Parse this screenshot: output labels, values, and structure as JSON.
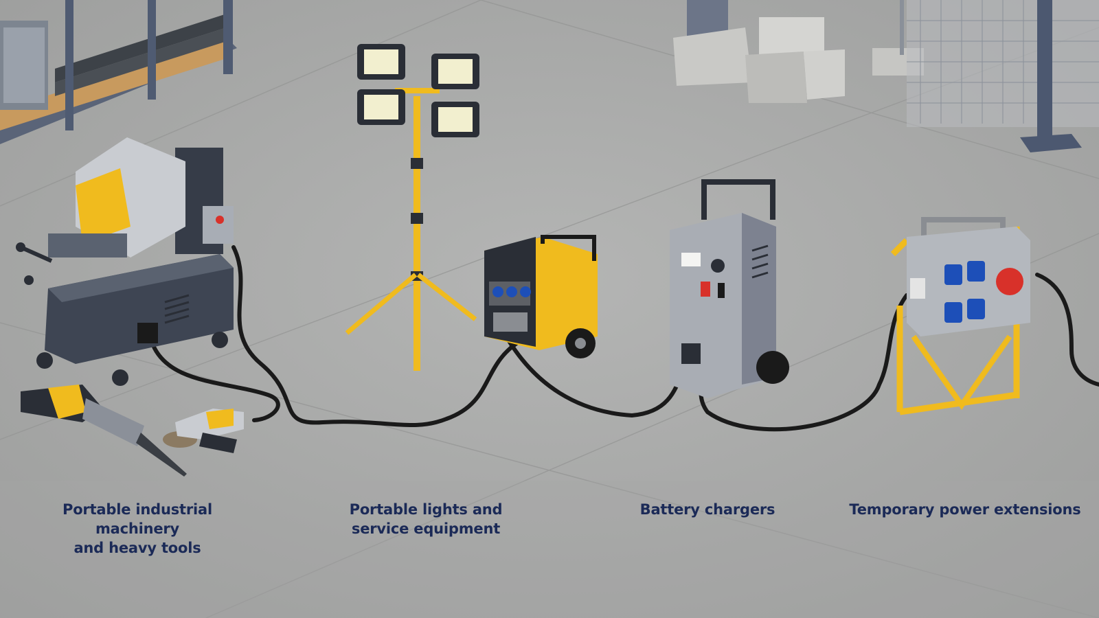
{
  "captions": [
    {
      "line1": "Portable industrial machinery",
      "line2": "and heavy tools"
    },
    {
      "line1": "Portable lights and",
      "line2": "service equipment"
    },
    {
      "line1": "Battery chargers",
      "line2": ""
    },
    {
      "line1": "Temporary power extensions",
      "line2": ""
    }
  ],
  "colors": {
    "floor": "#a9aaa9",
    "caption_text": "#1b2a57",
    "cable": "#1a1a1a",
    "accent_yellow": "#f0bb1e",
    "machine_gray": "#4a5160",
    "socket_blue": "#1d4fb8",
    "socket_red": "#d8312a",
    "steel": "#5a6478"
  },
  "icons": [
    "metal-cutting-saw",
    "demolition-hammer",
    "angle-grinder",
    "tripod-work-light",
    "power-generator",
    "battery-charger",
    "power-distribution-box"
  ]
}
